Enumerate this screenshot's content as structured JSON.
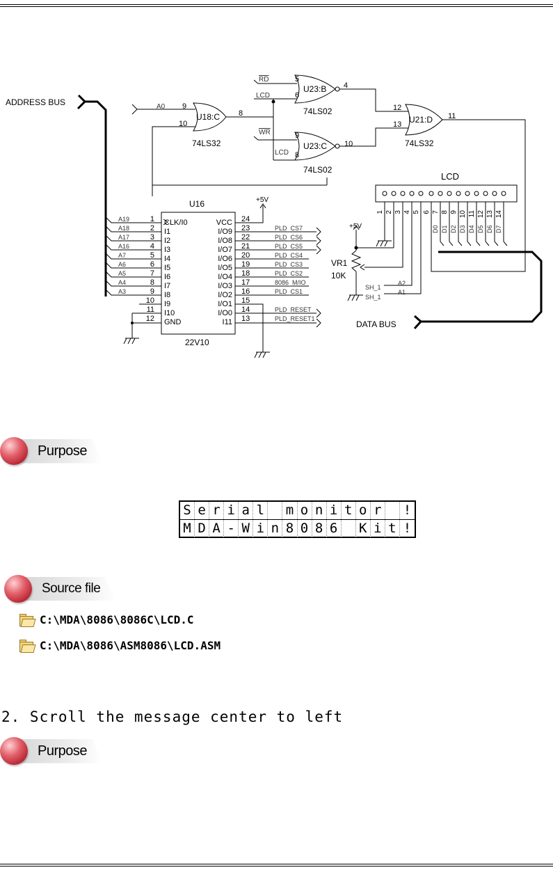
{
  "schematic": {
    "bus_address": "ADDRESS BUS",
    "bus_data": "DATA BUS",
    "lcd_title": "LCD",
    "pld_ref": "U16",
    "pld_part": "22V10",
    "gate_u18": "U18:C",
    "gate_u18_part": "74LS32",
    "gate_u23b": "U23:B",
    "gate_u23c": "U23:C",
    "gate_u23_part": "74LS02",
    "gate_u21": "U21:D",
    "gate_u21_part": "74LS32",
    "sig_a0": "A0",
    "sig_rd": "RD",
    "sig_lcd": "LCD",
    "sig_wr": "WR",
    "vr_ref": "VR1",
    "vr_val": "10K",
    "plus5": "+5V",
    "sh1": "SH_1",
    "a1": "A1",
    "a2": "A2",
    "pld_left_signals": [
      "A19",
      "A18",
      "A17",
      "A16",
      "A7",
      "A6",
      "A5",
      "A4",
      "A3"
    ],
    "pld_left_pins": [
      "CLK/I0",
      "I1",
      "I2",
      "I3",
      "I4",
      "I5",
      "I6",
      "I7",
      "I8",
      "I9",
      "I10",
      "GND"
    ],
    "pld_left_numbers": [
      "1",
      "2",
      "3",
      "4",
      "5",
      "6",
      "7",
      "8",
      "9",
      "10",
      "11",
      "12"
    ],
    "pld_right_pins": [
      "VCC",
      "I/O9",
      "I/O8",
      "I/O7",
      "I/O6",
      "I/O5",
      "I/O4",
      "I/O3",
      "I/O2",
      "I/O1",
      "I/O0",
      "I11"
    ],
    "pld_right_numbers": [
      "24",
      "23",
      "22",
      "21",
      "20",
      "19",
      "18",
      "17",
      "16",
      "15",
      "14",
      "13"
    ],
    "pld_right_signals": [
      "PLD_CS7",
      "PLD_CS6",
      "PLD_CS5",
      "PLD_CS4",
      "PLD_CS3",
      "PLD_CS2",
      "8086_M/IO",
      "PLD_CS1",
      "",
      "PLD_RESET",
      "PLD_RESET1"
    ],
    "lcd_pin_numbers": [
      "1",
      "2",
      "3",
      "4",
      "5",
      "6",
      "7",
      "8",
      "9",
      "10",
      "11",
      "12",
      "13",
      "14"
    ],
    "lcd_data_labels": [
      "D0",
      "D1",
      "D2",
      "D3",
      "D4",
      "D5",
      "D6",
      "D7"
    ],
    "gate_pins": {
      "u18_in_a": "9",
      "u18_in_b": "10",
      "u18_out": "8",
      "u23b_in_a": "5",
      "u23b_in_b": "6",
      "u23b_out": "4",
      "u23c_in_a": "9",
      "u23c_in_b": "8",
      "u23c_out": "10",
      "u21_in_a": "12",
      "u21_in_b": "13",
      "u21_out": "11"
    }
  },
  "purpose_label": "Purpose",
  "lcd_display": {
    "line1": "Serial monitor !",
    "line2": "MDA-Win8086 Kit!"
  },
  "source_file_label": "Source file",
  "files": [
    "C:\\MDA\\8086\\8086C\\LCD.C",
    "C:\\MDA\\8086\\ASM8086\\LCD.ASM"
  ],
  "section_heading": "2. Scroll the message center to left",
  "purpose_label_2": "Purpose"
}
